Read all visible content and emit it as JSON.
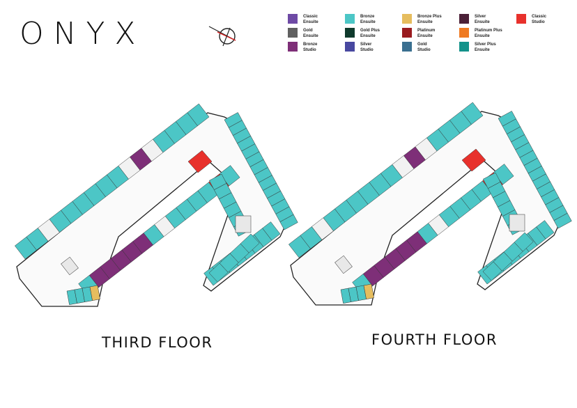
{
  "brand": {
    "logo": "ONYX"
  },
  "compass": {
    "icon": "north-arrow-compass-icon"
  },
  "legend": [
    {
      "label": "Classic\nEnsuite",
      "color": "#6e4aa5"
    },
    {
      "label": "Gold\nEnsuite",
      "color": "#606060"
    },
    {
      "label": "Bronze\nStudio",
      "color": "#7e2f78"
    },
    {
      "label": "Bronze\nEnsuite",
      "color": "#4cc6c6"
    },
    {
      "label": "Gold Plus\nEnsuite",
      "color": "#0f3a2c"
    },
    {
      "label": "Silver\nStudio",
      "color": "#4848a0"
    },
    {
      "label": "Bronze Plus\nEnsuite",
      "color": "#e6bd5e"
    },
    {
      "label": "Platinum\nEnsuite",
      "color": "#9a1b1f"
    },
    {
      "label": "Gold\nStudio",
      "color": "#3a6f90"
    },
    {
      "label": "Silver\nEnsuite",
      "color": "#4b2037"
    },
    {
      "label": "Platinum Plus\nEnsuite",
      "color": "#ef7a22"
    },
    {
      "label": "Silver Plus\nEnsuite",
      "color": "#13928a"
    },
    {
      "label": "Classic\nStudio",
      "color": "#e8312c"
    }
  ],
  "floors": [
    {
      "title": "THIRD FLOOR"
    },
    {
      "title": "FOURTH FLOOR"
    }
  ]
}
